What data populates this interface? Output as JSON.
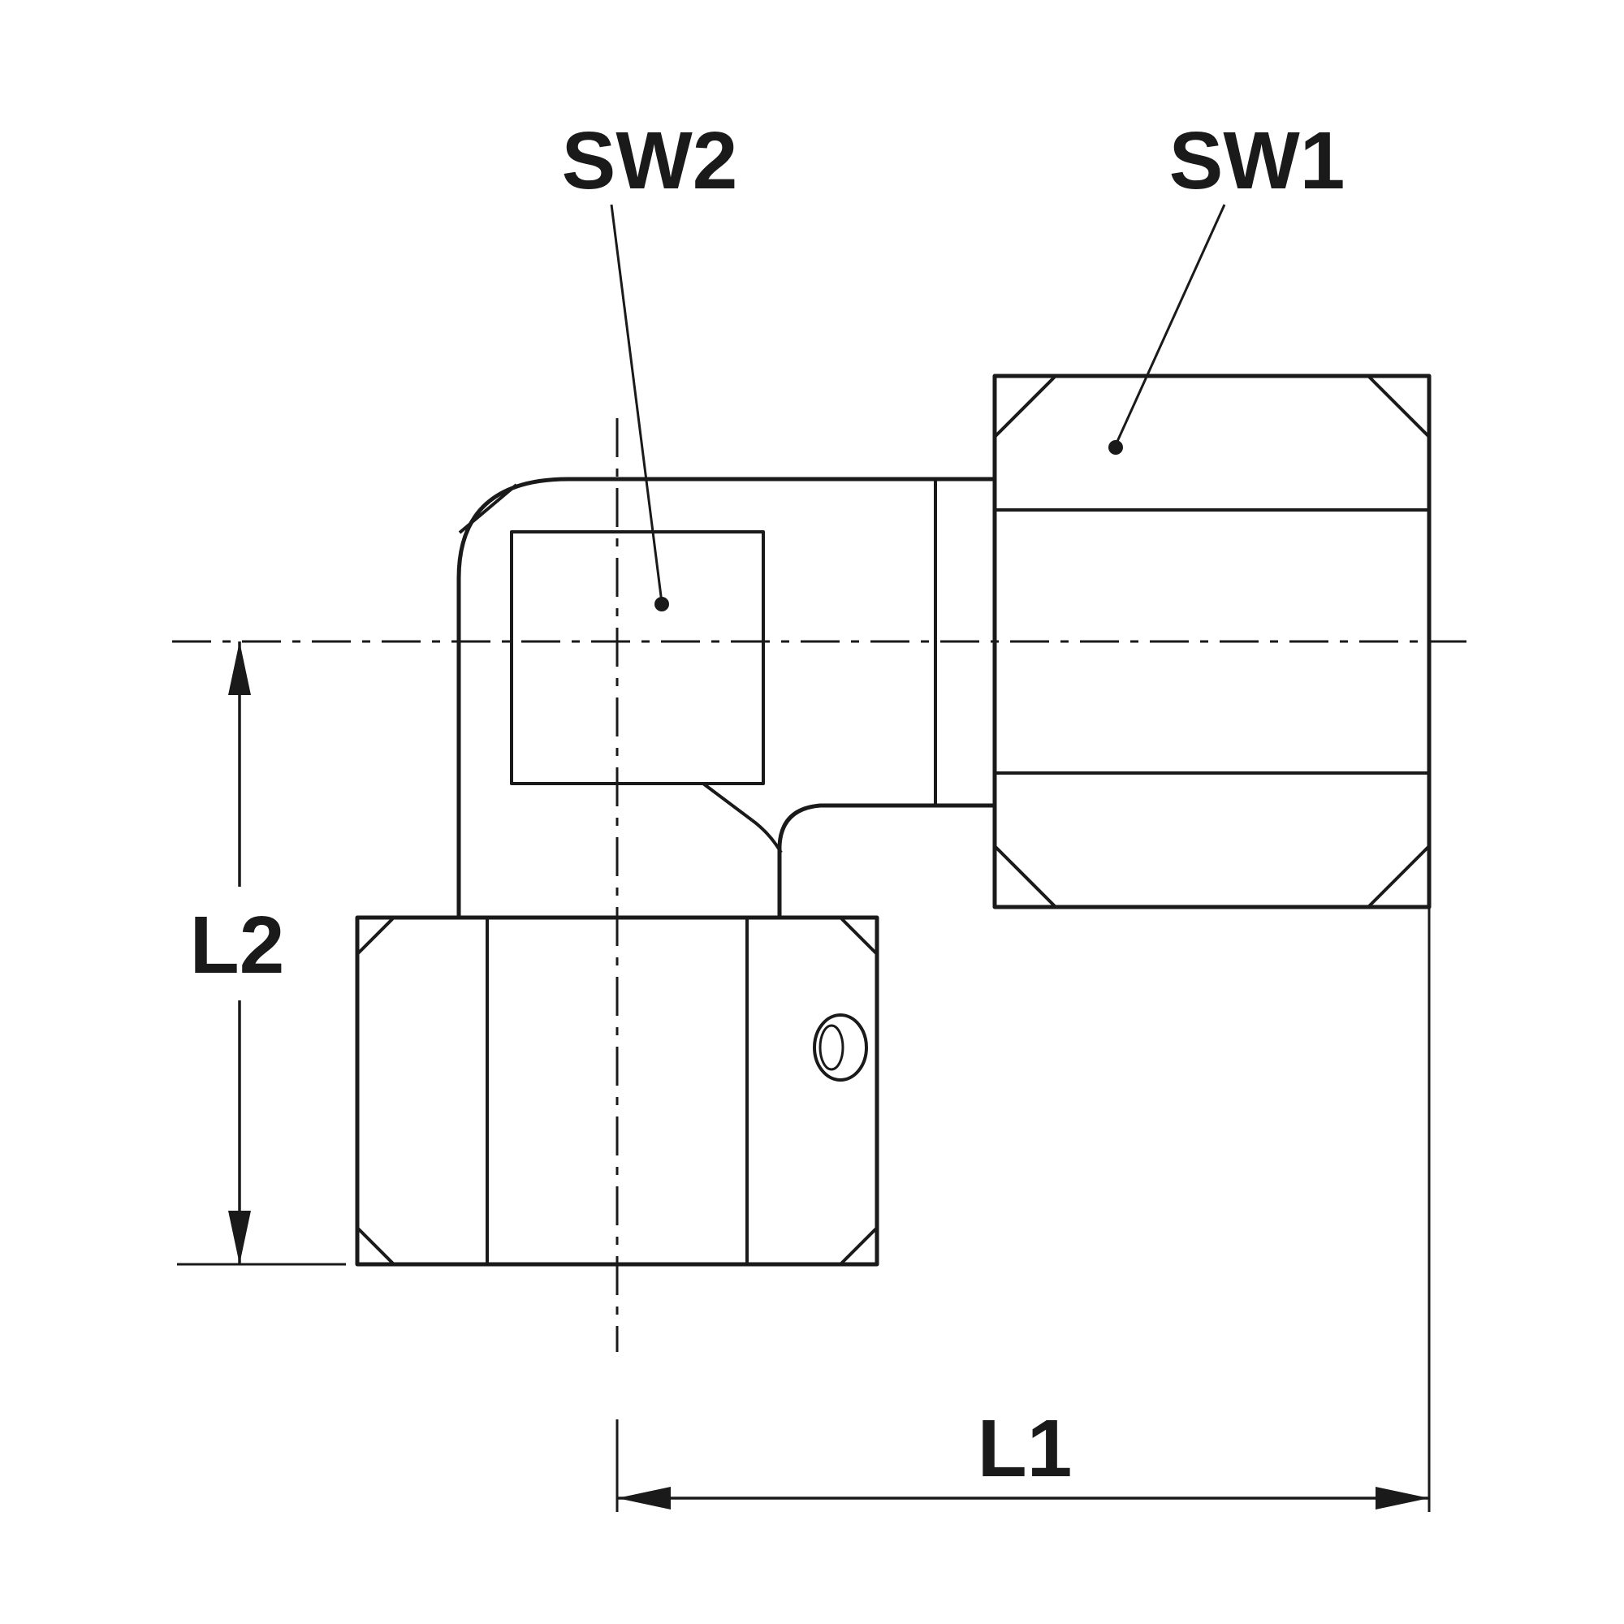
{
  "meta": {
    "type": "technical-drawing",
    "subject": "90-degree elbow pipe fitting with two hex nuts, dimensioned",
    "background_color": "#ffffff",
    "line_color": "#1a1a1a"
  },
  "labels": {
    "sw1": "SW1",
    "sw2": "SW2",
    "l1": "L1",
    "l2": "L2"
  }
}
